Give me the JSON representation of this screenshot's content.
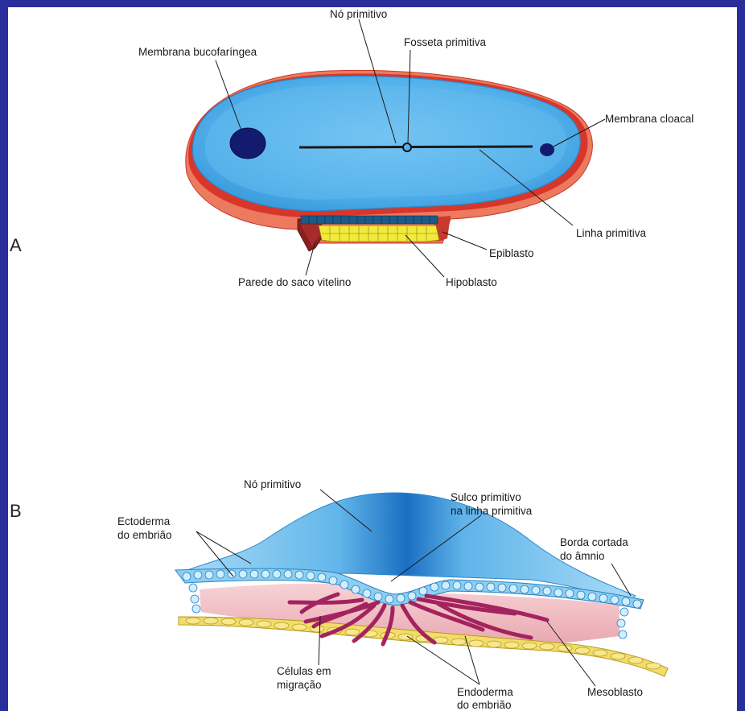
{
  "panel_a": {
    "letter": "A",
    "labels": {
      "no_primitivo": "Nó primitivo",
      "fosseta_primitiva": "Fosseta primitiva",
      "membrana_bucofaringea": "Membrana bucofaríngea",
      "membrana_cloacal": "Membrana cloacal",
      "linha_primitiva": "Linha primitiva",
      "epiblasto": "Epiblasto",
      "parede_saco_vitelino": "Parede do saco vitelino",
      "hipoblasto": "Hipoblasto"
    }
  },
  "panel_b": {
    "letter": "B",
    "labels": {
      "no_primitivo": "Nó primitivo",
      "sulco_line1": "Sulco primitivo",
      "sulco_line2": "na linha primitiva",
      "ectoderma_line1": "Ectoderma",
      "ectoderma_line2": "do embrião",
      "borda_line1": "Borda cortada",
      "borda_line2": "do âmnio",
      "celulas_line1": "Células em",
      "celulas_line2": "migração",
      "endoderma_line1": "Endoderma",
      "endoderma_line2": "do embrião",
      "mesoblasto": "Mesoblasto"
    }
  },
  "colors": {
    "frame": "#2a2e9a",
    "disc_blue": "#4aa9e6",
    "disc_blue_light": "#7fc8f2",
    "rim_red": "#d9362b",
    "rim_salmon": "#ec7a5e",
    "membrane_navy": "#141a6e",
    "hypoblast_yellow": "#f2ea3a",
    "mesoblast_magenta": "#a3235f",
    "mesoderm_pink": "#f4c4c8"
  }
}
